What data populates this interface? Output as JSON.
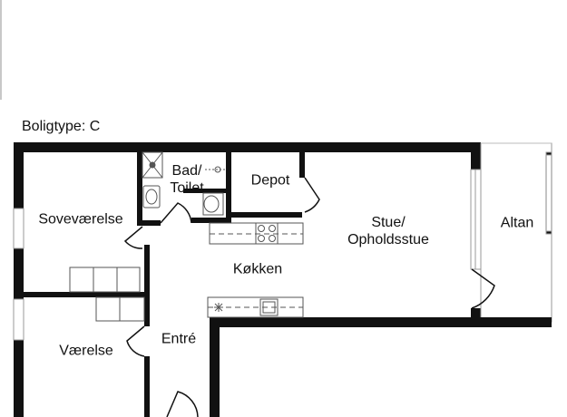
{
  "title": "Boligtype: C",
  "rooms": {
    "soveværelse": "Soveværelse",
    "værelse": "Værelse",
    "bad_line1": "Bad/",
    "bad_line2": "Toilet",
    "depot": "Depot",
    "køkken": "Køkken",
    "stue_line1": "Stue/",
    "stue_line2": "Opholdsstue",
    "entre": "Entré",
    "altan": "Altan"
  },
  "colors": {
    "wall": "#111111",
    "window": "#cfcfcf",
    "fixture": "#555555"
  }
}
